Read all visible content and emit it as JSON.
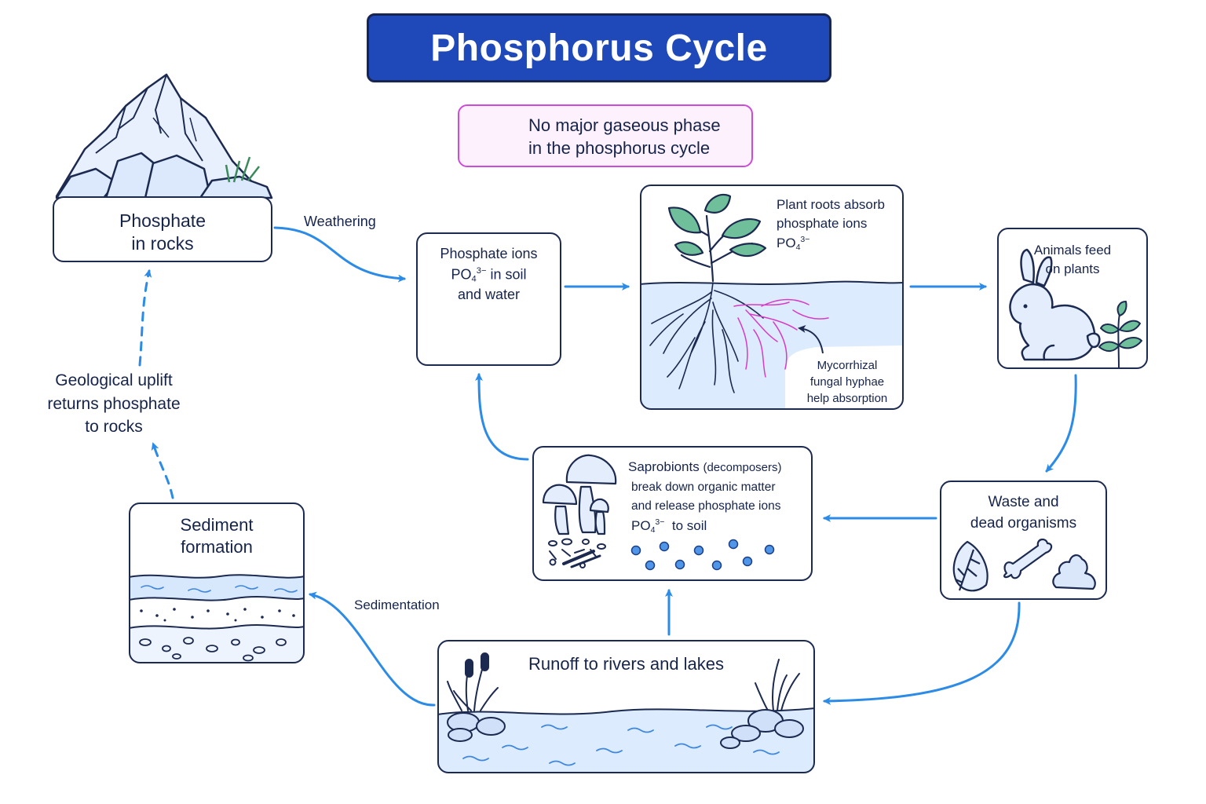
{
  "title": "Phosphorus Cycle",
  "note": {
    "line1": "No major gaseous phase",
    "line2": "in the phosphorus cycle"
  },
  "nodes": {
    "rocks": {
      "line1": "Phosphate",
      "line2": "in rocks"
    },
    "ions": {
      "line1": "Phosphate ions",
      "formula": "PO",
      "sub": "4",
      "sup": "3−",
      "rest": " in soil",
      "line3": "and water"
    },
    "plants": {
      "line1": "Plant roots absorb",
      "line2": "phosphate ions",
      "formula": "PO",
      "sub": "4",
      "sup": "3−"
    },
    "mycorrhiza": {
      "line1": "Mycorrhizal",
      "line2": "fungal hyphae",
      "line3": "help absorption"
    },
    "animals": {
      "line1": "Animals feed",
      "line2": "on plants"
    },
    "waste": {
      "line1": "Waste and",
      "line2": "dead organisms"
    },
    "decomposers": {
      "line1a": "Saprobionts ",
      "line1b": "(decomposers)",
      "line2": "break down organic matter",
      "line3": "and release phosphate ions",
      "formula": "PO",
      "sub": "4",
      "sup": "3−",
      "rest": "  to soil"
    },
    "runoff": {
      "label": "Runoff to rivers and lakes"
    },
    "sediment": {
      "line1": "Sediment",
      "line2": "formation"
    }
  },
  "labels": {
    "weathering": "Weathering",
    "sedimentation": "Sedimentation",
    "uplift_line1": "Geological uplift",
    "uplift_line2": "returns phosphate",
    "uplift_line3": "to rocks"
  },
  "colors": {
    "title_bg": "#1f48b8",
    "arrow": "#2b8be6",
    "outline": "#1c2a50",
    "note_border": "#cc4bd9",
    "leaf": "#6fbf9a",
    "hyphae": "#d63cc6",
    "ion_dot": "#4f95e8",
    "water": "#dcebfd"
  },
  "icons": [
    "no-entry-icon",
    "mountain-icon",
    "plant-icon",
    "rabbit-icon",
    "sprout-icon",
    "leaf-icon",
    "bone-icon",
    "dung-icon",
    "mushroom-icon",
    "reed-icon",
    "sediment-layers-icon"
  ]
}
